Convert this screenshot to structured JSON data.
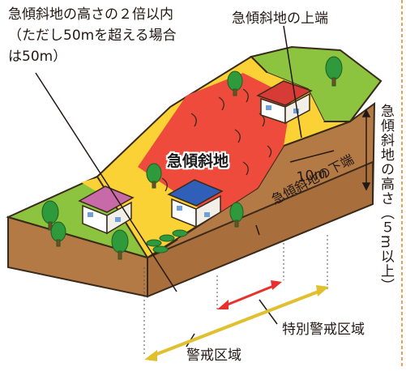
{
  "labels": {
    "height_rule_line1": "急傾斜地の高さの２倍以内",
    "height_rule_line2": "（ただし50mを超える場合",
    "height_rule_line3": "は50m）",
    "slope_top": "急傾斜地の上端",
    "steep_slope": "急傾斜地",
    "distance_10m": "10m",
    "slope_bottom": "急傾斜地の下端",
    "slope_height": "急傾斜地の高さ（５m以上）",
    "special_warning_zone": "特別警戒区域",
    "warning_zone": "警戒区域"
  },
  "colors": {
    "special_zone_red": "#ee4b3c",
    "warning_zone_yellow": "#fbd235",
    "grass_green": "#8cc43f",
    "soil_brown": "#b37a45",
    "special_arrow": "#e8312c",
    "warning_arrow": "#e0c02e",
    "dashed_border": "#f0a048"
  }
}
